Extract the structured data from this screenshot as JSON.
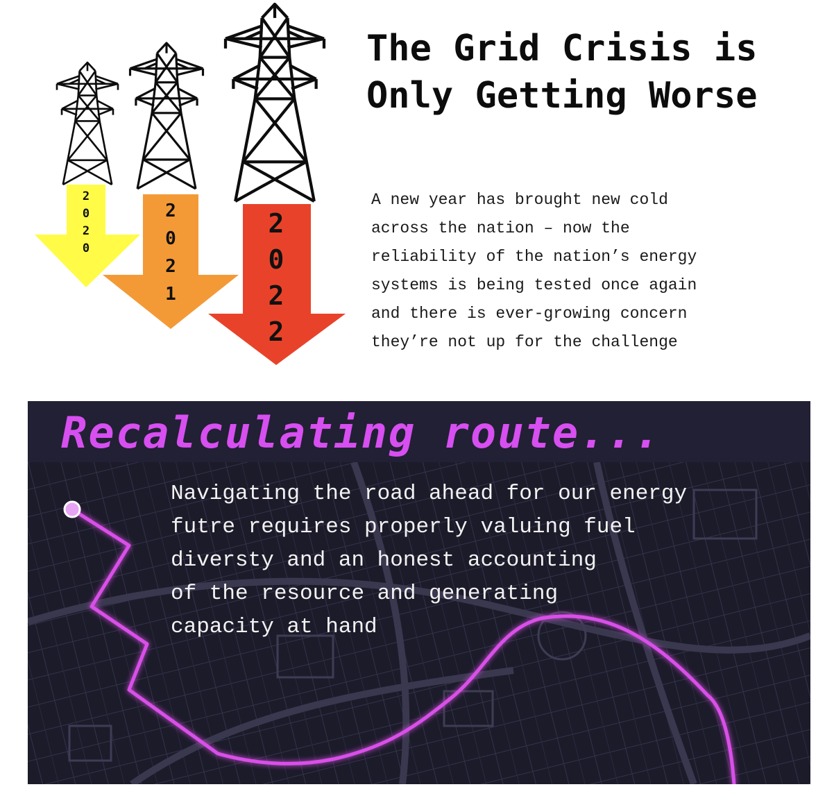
{
  "title": "The Grid Crisis is Only Getting Worse",
  "intro": "A new year has brought new cold\nacross the nation – now the\nreliability of the nation’s energy\nsystems is being tested once again\nand there is ever-growing concern\nthey’re not up for the challenge",
  "arrows": [
    {
      "year": "2020",
      "digits": [
        "2",
        "0",
        "2",
        "0"
      ],
      "color": "#fffb47"
    },
    {
      "year": "2021",
      "digits": [
        "2",
        "0",
        "2",
        "1"
      ],
      "color": "#f39a37"
    },
    {
      "year": "2022",
      "digits": [
        "2",
        "0",
        "2",
        "2"
      ],
      "color": "#e8432a"
    }
  ],
  "map": {
    "heading": "Recalculating route...",
    "body": "Navigating the road ahead for our energy\nfutre requires properly valuing fuel\ndiversty and an honest accounting\nof the resource and generating\ncapacity at hand",
    "route_color": "#d94fe8",
    "background": "#1c1b2a"
  },
  "icons": [
    "transmission-tower-icon",
    "down-arrow-icon",
    "route-start-marker-icon"
  ]
}
